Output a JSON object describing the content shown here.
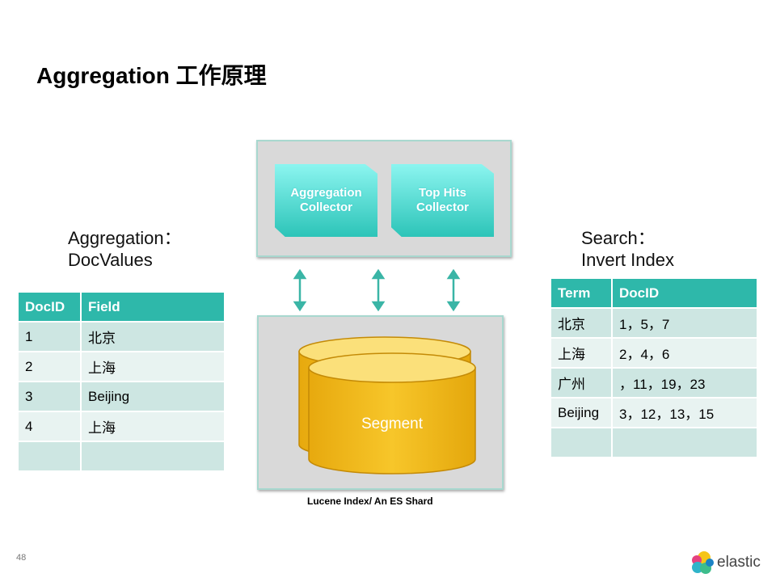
{
  "title": "Aggregation 工作原理",
  "left": {
    "label1": "Aggregation：",
    "label2": "DocValues",
    "headers": [
      "DocID",
      "Field"
    ],
    "rows": [
      [
        "1",
        "北京"
      ],
      [
        "2",
        "上海"
      ],
      [
        "3",
        "Beijing"
      ],
      [
        "4",
        "上海"
      ],
      [
        "",
        ""
      ]
    ]
  },
  "right": {
    "label1": "Search：",
    "label2": "Invert Index",
    "headers": [
      "Term",
      "DocID"
    ],
    "rows": [
      [
        "北京",
        "1，5，7"
      ],
      [
        "上海",
        "2，4，6"
      ],
      [
        "广州",
        "，11，19，23"
      ],
      [
        "Beijing",
        "3，12，13，15"
      ],
      [
        "",
        ""
      ]
    ]
  },
  "collectors": [
    {
      "line1": "Aggregation",
      "line2": "Collector"
    },
    {
      "line1": "Top Hits",
      "line2": "Collector"
    }
  ],
  "segment": "Segment",
  "caption": "Lucene Index/  An ES Shard",
  "page_number": "48",
  "logo": "elastic"
}
